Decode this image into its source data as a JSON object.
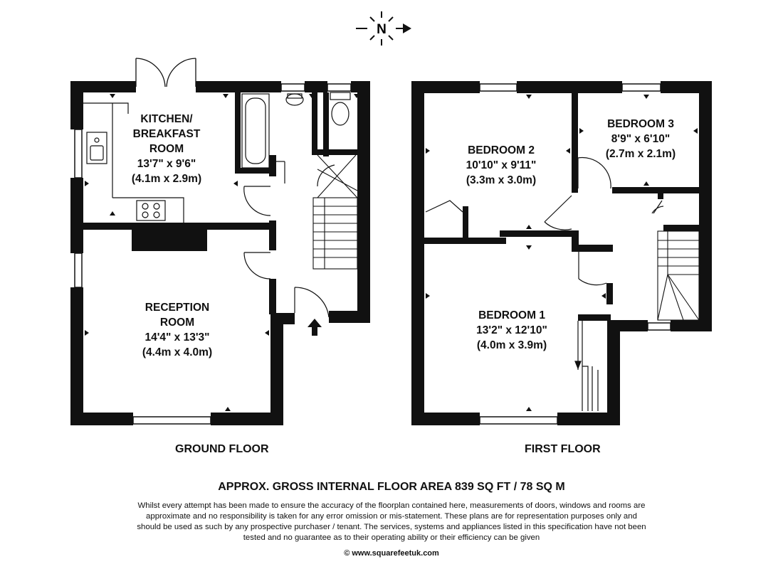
{
  "compass": {
    "label": "N"
  },
  "ground_floor": {
    "label": "GROUND FLOOR",
    "kitchen": {
      "line1": "KITCHEN/",
      "line2": "BREAKFAST",
      "line3": "ROOM",
      "imperial": "13'7\" x 9'6\"",
      "metric": "(4.1m x 2.9m)"
    },
    "reception": {
      "line1": "RECEPTION",
      "line2": "ROOM",
      "imperial": "14'4\" x 13'3\"",
      "metric": "(4.4m x 4.0m)"
    }
  },
  "first_floor": {
    "label": "FIRST FLOOR",
    "bedroom1": {
      "name": "BEDROOM 1",
      "imperial": "13'2\" x 12'10\"",
      "metric": "(4.0m x 3.9m)"
    },
    "bedroom2": {
      "name": "BEDROOM 2",
      "imperial": "10'10\" x 9'11\"",
      "metric": "(3.3m x 3.0m)"
    },
    "bedroom3": {
      "name": "BEDROOM 3",
      "imperial": "8'9\" x 6'10\"",
      "metric": "(2.7m x 2.1m)"
    }
  },
  "area": "APPROX. GROSS INTERNAL FLOOR AREA 839 SQ FT / 78 SQ M",
  "disclaimer": "Whilst every attempt has been made to ensure the accuracy of the floorplan contained here, measurements of doors, windows and rooms are approximate and no responsibility is taken for any error omission or mis-statement. These plans are for representation purposes only and should  be used as such by any prospective purchaser / tenant. The services, systems and appliances listed in this specification have not been tested and no guarantee as to their operating ability or their efficiency can be given",
  "copyright": "© www.squarefeetuk.com"
}
